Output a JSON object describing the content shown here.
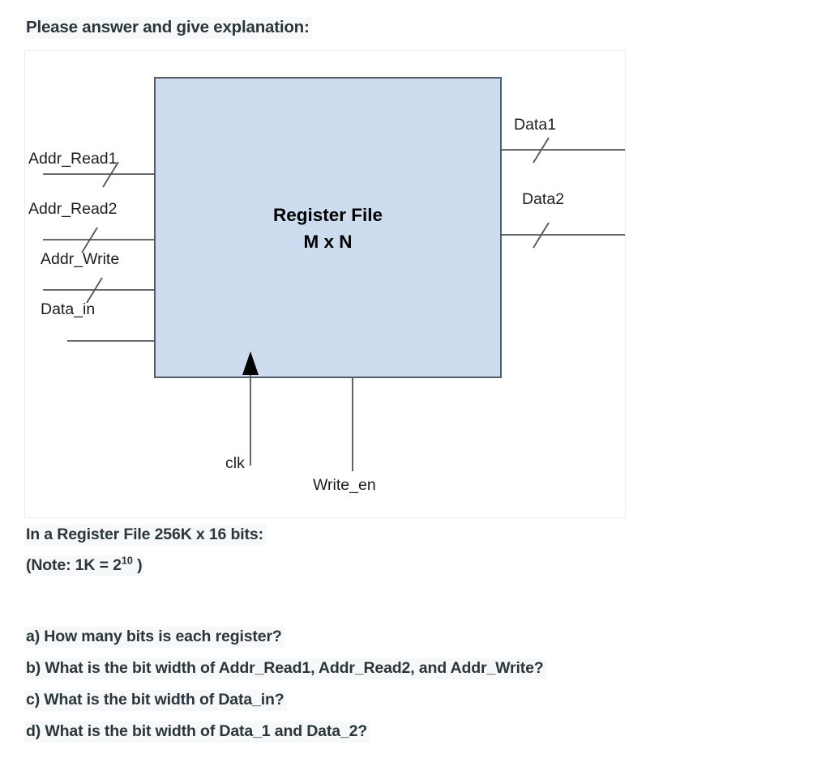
{
  "prompt": {
    "heading": "Please answer and give explanation:"
  },
  "diagram": {
    "block": {
      "title_line1": "Register File",
      "title_line2": "M x N",
      "fill_color": "#cddcee",
      "border_color": "#555f66"
    },
    "inputs": [
      {
        "label": "Addr_Read1",
        "bus": true
      },
      {
        "label": "Addr_Read2",
        "bus": true
      },
      {
        "label": "Addr_Write",
        "bus": true
      },
      {
        "label": "Data_in",
        "bus": false
      }
    ],
    "outputs": [
      {
        "label": "Data1",
        "bus": true
      },
      {
        "label": "Data2",
        "bus": true
      }
    ],
    "bottom_inputs": [
      {
        "label": "clk",
        "arrow": true
      },
      {
        "label": "Write_en",
        "arrow": false
      }
    ]
  },
  "question": {
    "spec_line": "In a Register File 256K x 16 bits:",
    "note_prefix": "(Note: 1K =  2",
    "note_exponent": "10",
    "note_suffix": " )",
    "items": [
      "a) How many bits is each register?",
      "b) What is the bit width of Addr_Read1, Addr_Read2, and Addr_Write?",
      "c) What is the bit width of Data_in?",
      "d) What is the bit width of Data_1 and Data_2?"
    ]
  }
}
